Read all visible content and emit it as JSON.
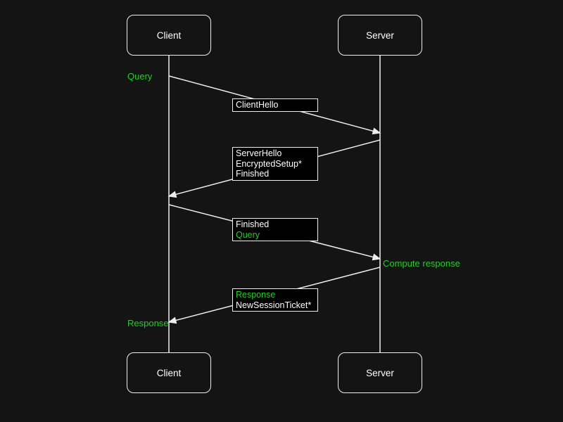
{
  "colors": {
    "background": "#141414",
    "box_fill": "#000000",
    "stroke": "#eeeeee",
    "text": "#ffffff",
    "highlight_green": "#24cc24"
  },
  "actors": {
    "client": {
      "label": "Client"
    },
    "server": {
      "label": "Server"
    }
  },
  "messages": [
    {
      "from": "client",
      "to": "server",
      "lines": [
        {
          "text": "ClientHello",
          "color": "white"
        }
      ]
    },
    {
      "from": "server",
      "to": "client",
      "lines": [
        {
          "text": "ServerHello",
          "color": "white"
        },
        {
          "text": "EncryptedSetup*",
          "color": "white"
        },
        {
          "text": "Finished",
          "color": "white"
        }
      ]
    },
    {
      "from": "client",
      "to": "server",
      "lines": [
        {
          "text": "Finished",
          "color": "white"
        },
        {
          "text": "Query",
          "color": "green"
        }
      ]
    },
    {
      "from": "server",
      "to": "client",
      "lines": [
        {
          "text": "Response",
          "color": "green"
        },
        {
          "text": "NewSessionTicket*",
          "color": "white"
        }
      ]
    }
  ],
  "annotations": [
    {
      "text": "Query",
      "color": "green",
      "side": "client"
    },
    {
      "text": "Compute response",
      "color": "green",
      "side": "server"
    },
    {
      "text": "Response",
      "color": "green",
      "side": "client"
    }
  ]
}
